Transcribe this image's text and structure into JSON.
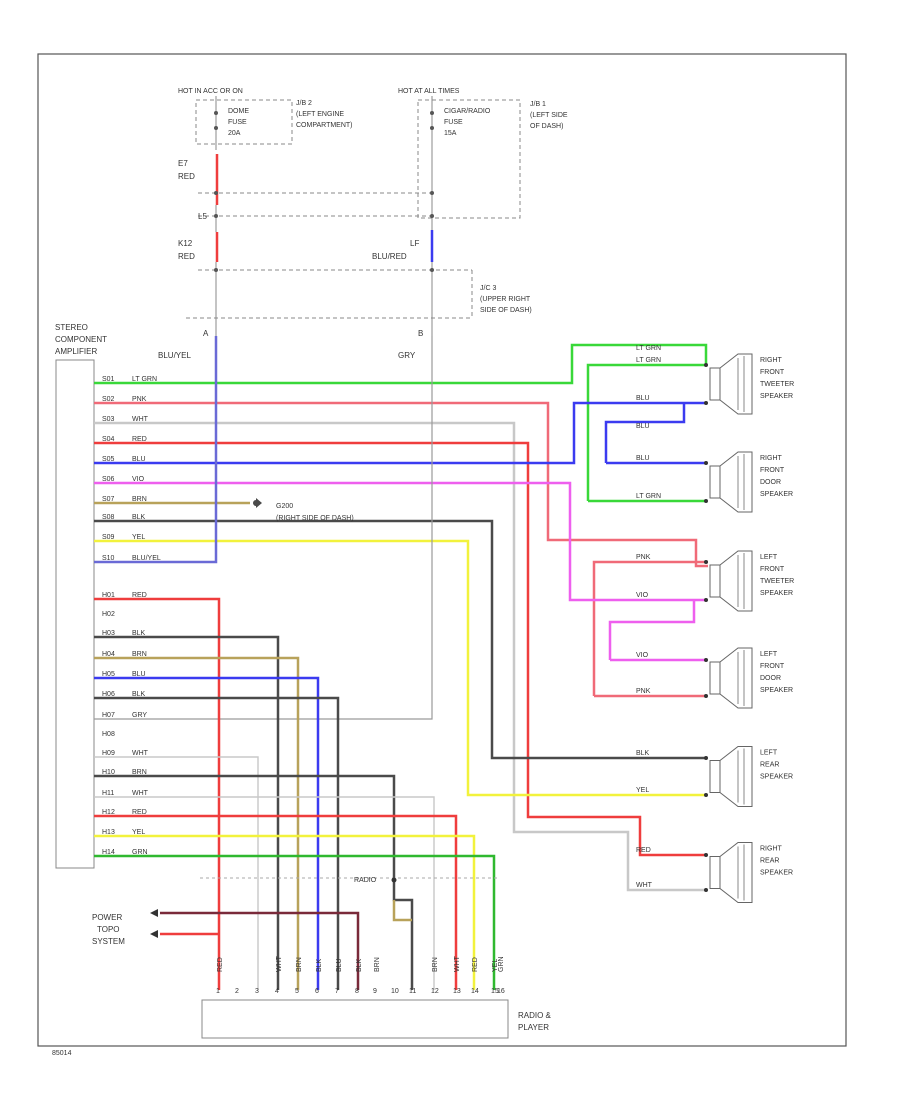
{
  "power": {
    "left_header": "HOT IN ACC OR ON",
    "right_header": "HOT AT ALL TIMES",
    "fuse_left": [
      "DOME",
      "FUSE",
      "20A"
    ],
    "fuse_right": [
      "CIGAR/RADIO",
      "FUSE",
      "15A"
    ],
    "jb2": [
      "J/B 2",
      "(LEFT ENGINE",
      "COMPARTMENT)"
    ],
    "jb1": [
      "J/B 1",
      "(LEFT SIDE",
      "OF DASH)"
    ],
    "wire_e7": [
      "E7",
      "RED"
    ],
    "wire_l5": [
      "L5"
    ],
    "wire_k12": [
      "K12",
      "RED"
    ],
    "wire_lf": [
      "LF",
      "BLU/RED"
    ],
    "jc": [
      "J/C 3",
      "(UPPER RIGHT",
      "SIDE OF DASH)"
    ],
    "pin_a": "A",
    "pin_b": "B",
    "wire_blu_yel": "BLU/YEL",
    "wire_gry": "GRY"
  },
  "amplifier": {
    "title": [
      "STEREO",
      "COMPONENT",
      "AMPLIFIER"
    ],
    "pins": [
      {
        "pin": "S01",
        "color": "LT GRN"
      },
      {
        "pin": "S02",
        "color": "PNK"
      },
      {
        "pin": "S03",
        "color": "WHT"
      },
      {
        "pin": "S04",
        "color": "RED"
      },
      {
        "pin": "S05",
        "color": "BLU"
      },
      {
        "pin": "S06",
        "color": "VIO"
      },
      {
        "pin": "S07",
        "color": "BRN"
      },
      {
        "pin": "S08",
        "color": "BLK"
      },
      {
        "pin": "S09",
        "color": "YEL"
      },
      {
        "pin": "S10",
        "color": "BLU/YEL"
      },
      {
        "pin": "H01",
        "color": "RED"
      },
      {
        "pin": "H02",
        "color": ""
      },
      {
        "pin": "H03",
        "color": "BLK"
      },
      {
        "pin": "H04",
        "color": "BRN"
      },
      {
        "pin": "H05",
        "color": "BLU"
      },
      {
        "pin": "H06",
        "color": "BLK"
      },
      {
        "pin": "H07",
        "color": "GRY"
      },
      {
        "pin": "H08",
        "color": ""
      },
      {
        "pin": "H09",
        "color": "WHT"
      },
      {
        "pin": "H10",
        "color": "BRN"
      },
      {
        "pin": "H11",
        "color": "WHT"
      },
      {
        "pin": "H12",
        "color": "RED"
      },
      {
        "pin": "H13",
        "color": "YEL"
      },
      {
        "pin": "H14",
        "color": "GRN"
      }
    ]
  },
  "ground": [
    "G200",
    "(RIGHT SIDE OF DASH)"
  ],
  "speakers": [
    {
      "name": [
        "RIGHT",
        "FRONT",
        "TWEETER",
        "SPEAKER"
      ],
      "wire_top": "LT GRN",
      "wire_bot": "BLU"
    },
    {
      "name": [
        "RIGHT",
        "FRONT",
        "DOOR",
        "SPEAKER"
      ],
      "wire_top": "BLU",
      "wire_bot": "LT GRN"
    },
    {
      "name": [
        "LEFT",
        "FRONT",
        "TWEETER",
        "SPEAKER"
      ],
      "wire_top": "PNK",
      "wire_bot": "VIO"
    },
    {
      "name": [
        "LEFT",
        "FRONT",
        "DOOR",
        "SPEAKER"
      ],
      "wire_top": "VIO",
      "wire_bot": "PNK"
    },
    {
      "name": [
        "LEFT",
        "REAR",
        "SPEAKER"
      ],
      "wire_top": "BLK",
      "wire_bot": "YEL"
    },
    {
      "name": [
        "RIGHT",
        "REAR",
        "SPEAKER"
      ],
      "wire_top": "RED",
      "wire_bot": "WHT"
    }
  ],
  "upper_wires": {
    "lt_grn": "LT GRN",
    "blu": "BLU"
  },
  "power_topo": [
    "POWER",
    "TOPO",
    "SYSTEM"
  ],
  "radio": {
    "label": [
      "RADIO &",
      "PLAYER"
    ],
    "pin_colors": [
      "RED",
      "",
      "",
      "WHT",
      "BRN",
      "BLK",
      "BLU",
      "BLK",
      "BRN",
      "",
      "",
      "BRN",
      "WHT",
      "RED",
      "YEL",
      "GRN"
    ],
    "pin_numbers": [
      "1",
      "2",
      "3",
      "4",
      "5",
      "6",
      "7",
      "8",
      "9",
      "10",
      "11",
      "12",
      "13",
      "14",
      "15",
      "16"
    ]
  },
  "shield_label": "RADIO",
  "footer_code": "85014",
  "colors": {
    "lt_grn": "#39d839",
    "pnk": "#f06a78",
    "wht": "#c8c8c8",
    "red": "#ef3d3d",
    "blu": "#3b3bf0",
    "vio": "#ee5fee",
    "brn": "#b8a25a",
    "blk": "#4a4a4a",
    "yel": "#f2f23c",
    "blu_yel": "#6a6ad6",
    "grn": "#2fb82f",
    "gry": "#9a9a9a"
  }
}
